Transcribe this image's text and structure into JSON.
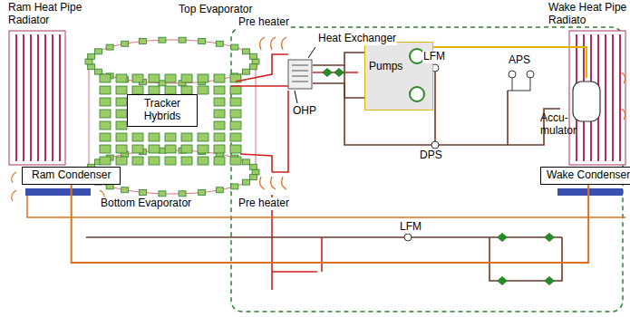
{
  "diagram": {
    "nodes": [
      {
        "text": [
          "Tracker Hybrids"
        ]
      },
      {
        "text": [
          "Ram Condenser"
        ]
      },
      {
        "text": [
          "Pumps"
        ]
      },
      {
        "text": [
          "Accu- mulator"
        ]
      },
      {
        "text": [
          "Wake Condenser"
        ]
      }
    ],
    "edges": [
      {
        "from": 2,
        "to": 3,
        "arrow": "none"
      },
      {
        "from": 1,
        "to": 4,
        "arrow": "none"
      }
    ],
    "labels": [
      "Ram Heat Pipe Radiator",
      "Top Evaporator",
      "Wake Heat Pipe Radiato",
      "Pre heater",
      "Heat Exchanger",
      "OHP",
      "Bottom Evaporator",
      "Pre heater",
      "LFM",
      "APS",
      "DPS",
      "LFM"
    ]
  }
}
